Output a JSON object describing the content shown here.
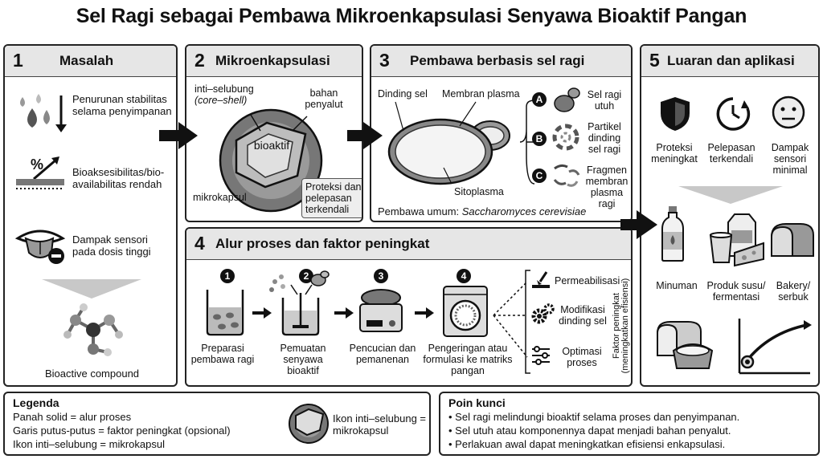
{
  "title": "Sel Ragi sebagai Pembawa Mikroenkapsulasi Senyawa Bioaktif Pangan",
  "panel1": {
    "num": "1",
    "title": "Masalah",
    "items": [
      {
        "icon": "droplets-down-arrow-icon",
        "text": "Penurunan stabilitas selama penyimpanan"
      },
      {
        "icon": "percent-arrow-icon",
        "text": "Bioaksesibilitas/bio-availabilitas rendah"
      },
      {
        "icon": "mouth-tongue-minus-icon",
        "text": "Dampak sensori pada dosis tinggi"
      }
    ],
    "molecule_label": "Bioactive compound"
  },
  "panel2": {
    "num": "2",
    "title": "Mikroenkapsulasi",
    "core_shell_label": "inti–selubung",
    "core_shell_italic": "(core–shell)",
    "coating_label": "bahan penyalut",
    "core_label": "bioaktif",
    "microcapsule_label": "mikrokapsul",
    "callout": "Proteksi dan pelepasan terkendali"
  },
  "panel3": {
    "num": "3",
    "title": "Pembawa berbasis sel ragi",
    "cell_wall": "Dinding sel",
    "membrane": "Membran plasma",
    "cytoplasm": "Sitoplasma",
    "options": [
      {
        "badge": "A",
        "text": "Sel ragi utuh"
      },
      {
        "badge": "B",
        "text": "Partikel dinding sel ragi"
      },
      {
        "badge": "C",
        "text": "Fragmen membran plasma ragi"
      }
    ],
    "common_prefix": "Pembawa umum: ",
    "common_species": "Saccharomyces cerevisiae"
  },
  "panel4": {
    "num": "4",
    "title": "Alur proses dan faktor peningkat",
    "steps": [
      {
        "n": "1",
        "text": "Preparasi pembawa ragi"
      },
      {
        "n": "2",
        "text": "Pemuatan senyawa bioaktif"
      },
      {
        "n": "3",
        "text": "Pencucian dan pemanenan"
      },
      {
        "n": "4",
        "text": "Pengeringan atau formulasi ke matriks pangan"
      }
    ],
    "factors": [
      {
        "icon": "permeabilization-icon",
        "text": "Permeabilisasi"
      },
      {
        "icon": "gears-icon",
        "text": "Modifikasi dinding sel"
      },
      {
        "icon": "sliders-icon",
        "text": "Optimasi proses"
      }
    ],
    "factors_label": "Faktor peningkat",
    "factors_sublabel": "(meningkatkan efisiensi)"
  },
  "panel5": {
    "num": "5",
    "title": "Luaran dan aplikasi",
    "benefits": [
      {
        "icon": "shield-icon",
        "text": "Proteksi meningkat"
      },
      {
        "icon": "clock-icon",
        "text": "Pelepasan terkendali"
      },
      {
        "icon": "neutral-face-icon",
        "text": "Dampak sensori minimal"
      }
    ],
    "applications": [
      {
        "icon": "bottle-icon",
        "text": "Minuman"
      },
      {
        "icon": "dairy-icon",
        "text": "Produk susu/ fermentasi"
      },
      {
        "icon": "bread-icon",
        "text": "Bakery/ serbuk"
      }
    ]
  },
  "legend": {
    "title": "Legenda",
    "lines": [
      "Panah solid = alur proses",
      "Garis putus-putus = faktor peningkat (opsional)",
      "Ikon inti–selubung = mikrokapsul"
    ],
    "icon_label": "Ikon inti–selubung = mikrokapsul"
  },
  "keypoints": {
    "title": "Poin kunci",
    "items": [
      "• Sel ragi melindungi bioaktif selama proses dan penyimpanan.",
      "• Sel utuh atau komponennya dapat menjadi bahan penyalut.",
      "• Perlakuan awal dapat meningkatkan efisiensi enkapsulasi."
    ]
  }
}
